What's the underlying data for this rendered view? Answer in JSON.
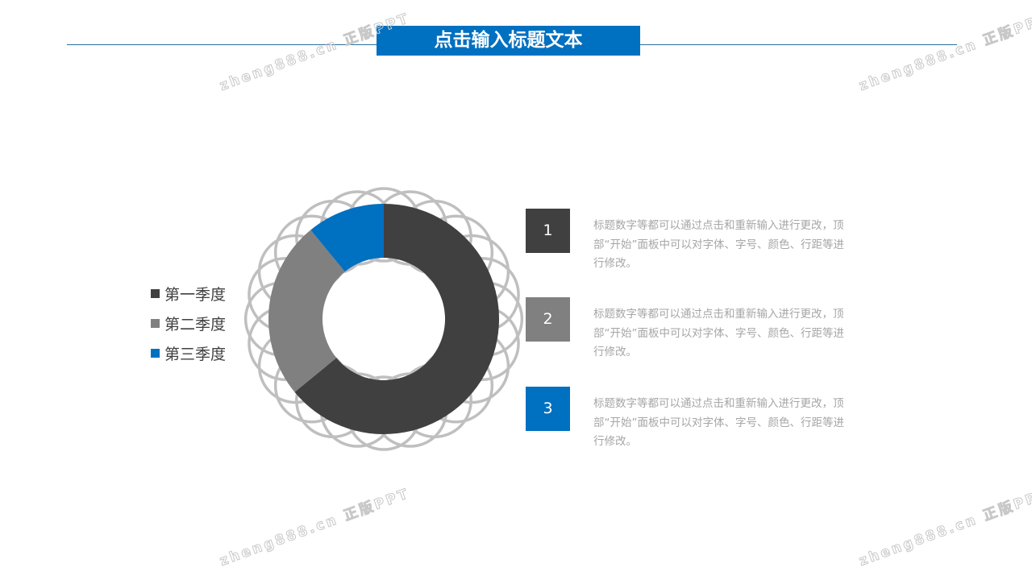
{
  "title": "点击输入标题文本",
  "watermark": "zheng888.cn 正版PPT",
  "colors": {
    "accent": "#0070c0",
    "dark": "#404040",
    "mid": "#808080",
    "ring": "#bfbfbf"
  },
  "chart_data": {
    "type": "pie",
    "variant": "donut",
    "categories": [
      "第一季度",
      "第二季度",
      "第三季度"
    ],
    "values": [
      8.2,
      3.2,
      1.4
    ],
    "colors": [
      "#404040",
      "#808080",
      "#0070c0"
    ],
    "legend": "left"
  },
  "items": [
    {
      "number": "1",
      "text": "标题数字等都可以通过点击和重新输入进行更改，顶部“开始”面板中可以对字体、字号、颜色、行距等进行修改。"
    },
    {
      "number": "2",
      "text": "标题数字等都可以通过点击和重新输入进行更改，顶部“开始”面板中可以对字体、字号、颜色、行距等进行修改。"
    },
    {
      "number": "3",
      "text": "标题数字等都可以通过点击和重新输入进行更改，顶部“开始”面板中可以对字体、字号、颜色、行距等进行修改。"
    }
  ]
}
